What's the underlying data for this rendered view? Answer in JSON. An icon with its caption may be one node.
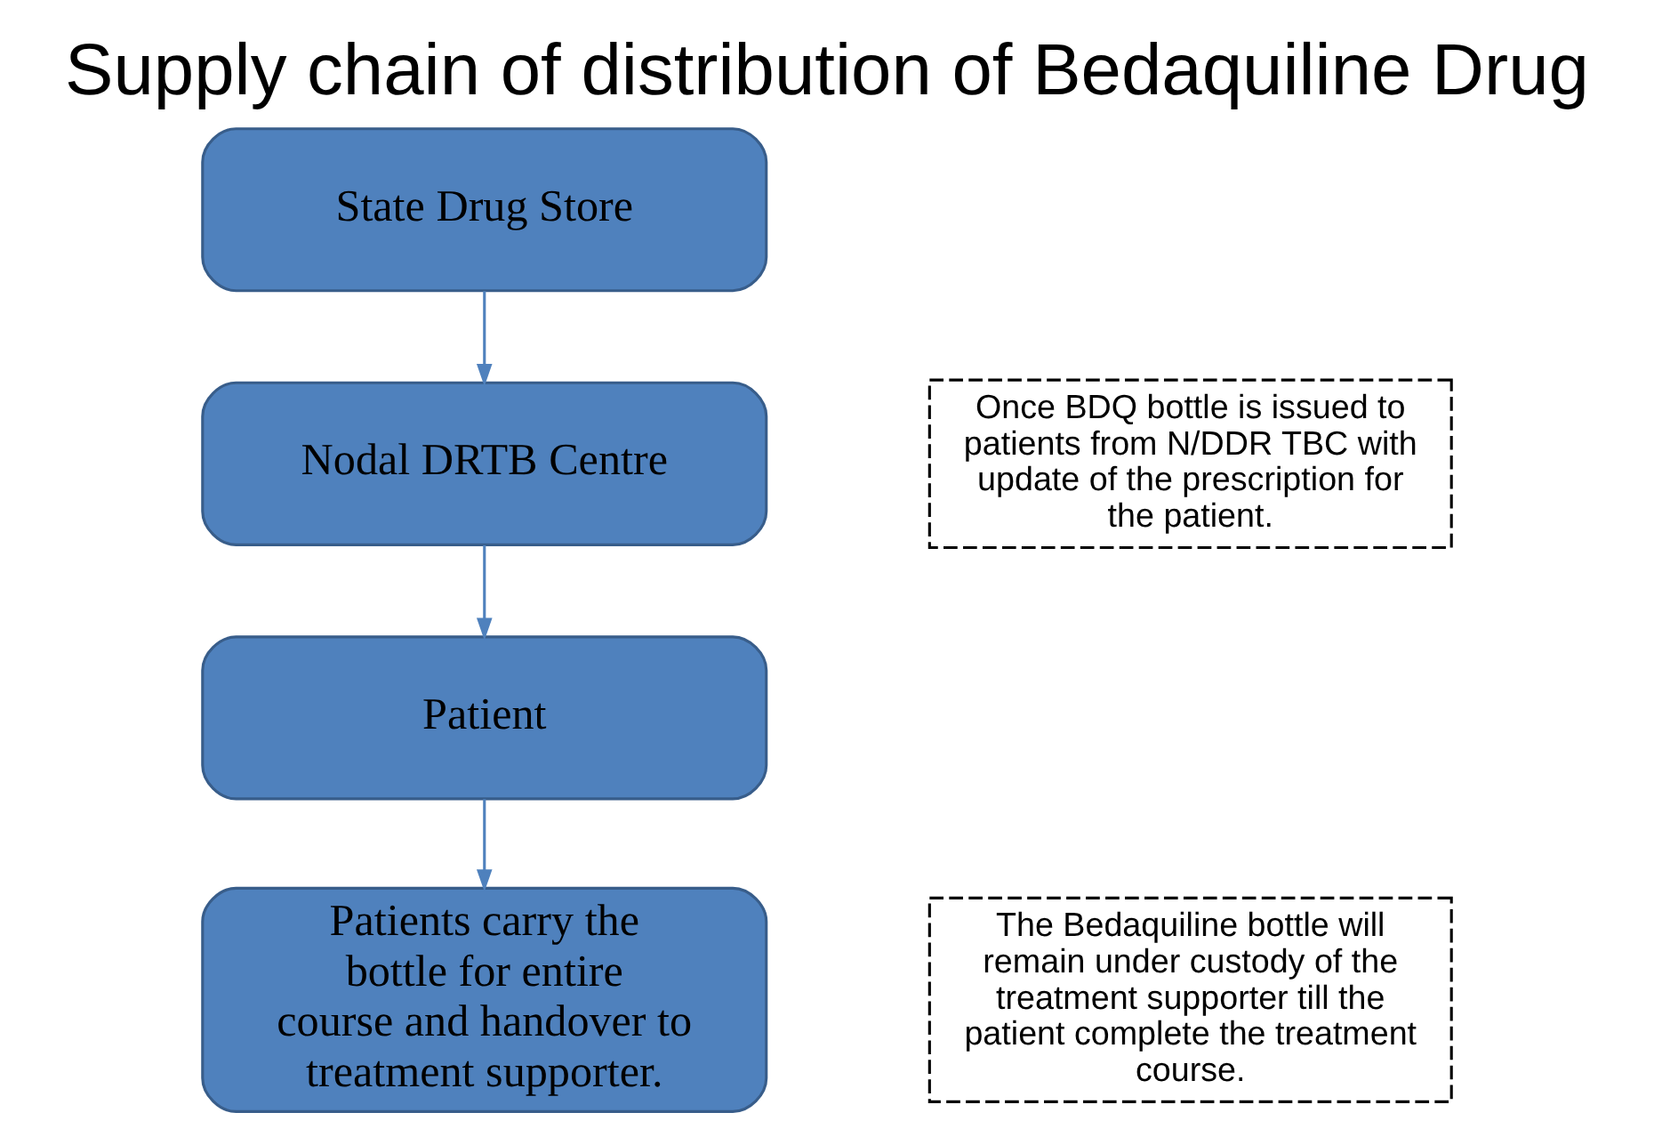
{
  "diagram": {
    "title": "Supply chain of distribution of Bedaquiline Drug",
    "nodes": [
      {
        "text": [
          "State Drug Store"
        ]
      },
      {
        "text": [
          "Once BDQ bottle is issued to patients from N/DDR TBC with update of the prescription for the patient."
        ]
      },
      {
        "text": [
          "Nodal DRTB Centre"
        ]
      },
      {
        "text": [
          "Patient"
        ]
      },
      {
        "text": [
          "The Bedaquiline bottle will remain under custody of the treatment supporter till the patient complete the treatment course."
        ]
      },
      {
        "text": [
          "Patients carry the bottle for entire course and handover to treatment supporter."
        ]
      }
    ],
    "edges": [
      {
        "from": 0,
        "to": 2,
        "arrow": "to"
      },
      {
        "from": 2,
        "to": 3,
        "arrow": "to"
      },
      {
        "from": 3,
        "to": 5,
        "arrow": "to"
      }
    ]
  }
}
